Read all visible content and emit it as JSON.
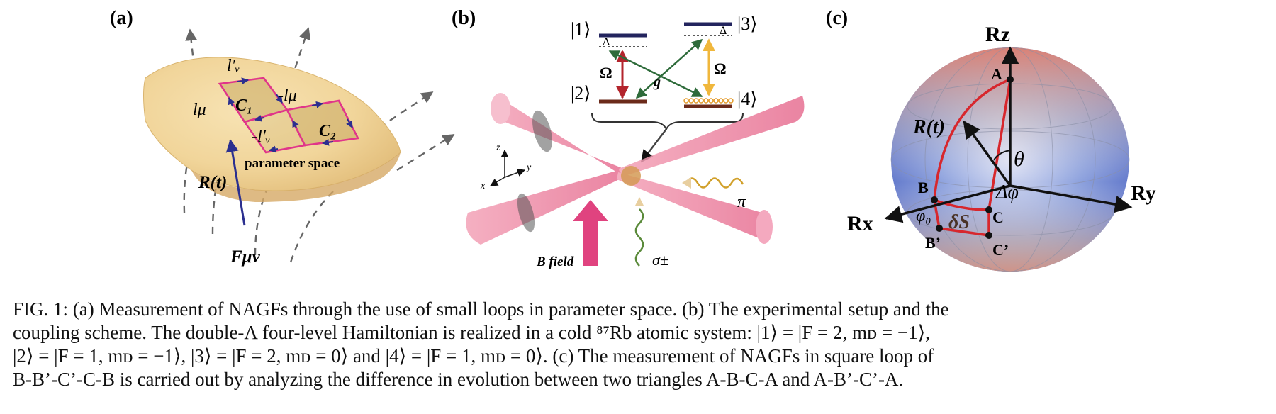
{
  "panel_a": {
    "label": "(a)",
    "edge_lv_prime": "l′ᵥ",
    "edge_lmu": "lμ",
    "edge_neg_lmu": "-lμ",
    "edge_neg_lv_prime": "-l′ᵥ",
    "c1": "C₁",
    "c2": "C₂",
    "space_label": "parameter space",
    "vector_label": "R(t)",
    "field_label": "Fμν"
  },
  "panel_b": {
    "label": "(b)",
    "level1": "|1⟩",
    "level2": "|2⟩",
    "level3": "|3⟩",
    "level4": "|4⟩",
    "delta_left": "Δ",
    "delta_right": "Δ",
    "omega_left": "Ω",
    "omega_right": "Ω",
    "coupling": "g",
    "axis_z": "z",
    "axis_y": "y",
    "axis_x": "x",
    "bfield": "B  field",
    "sigma": "σ±",
    "pi": "π"
  },
  "panel_c": {
    "label": "(c)",
    "rz": "Rz",
    "ry": "Ry",
    "rx": "Rx",
    "point_a": "A",
    "point_b": "B",
    "point_c": "C",
    "point_b_prime": "B’",
    "point_c_prime": "C’",
    "vector": "R(t)",
    "theta": "θ",
    "dphi": "Δφ",
    "phi0": "φ₀",
    "ds": "δS"
  },
  "caption": {
    "line1": "FIG. 1:  (a) Measurement of NAGFs through the use of small loops in parameter space. (b) The experimental setup and the",
    "line2": "coupling scheme. The double-Λ four-level Hamiltonian is realized in a cold ⁸⁷Rb atomic system: |1⟩ = |F = 2, mᴅ = −1⟩,",
    "line3": "|2⟩ = |F = 1, mᴅ = −1⟩, |3⟩ = |F = 2, mᴅ = 0⟩ and |4⟩ = |F = 1, mᴅ = 0⟩. (c) The measurement of NAGFs in square loop of",
    "line4": "B-B’-C’-C-B is carried out by analyzing the difference in evolution between two triangles A-B-C-A and A-B’-C’-A."
  }
}
